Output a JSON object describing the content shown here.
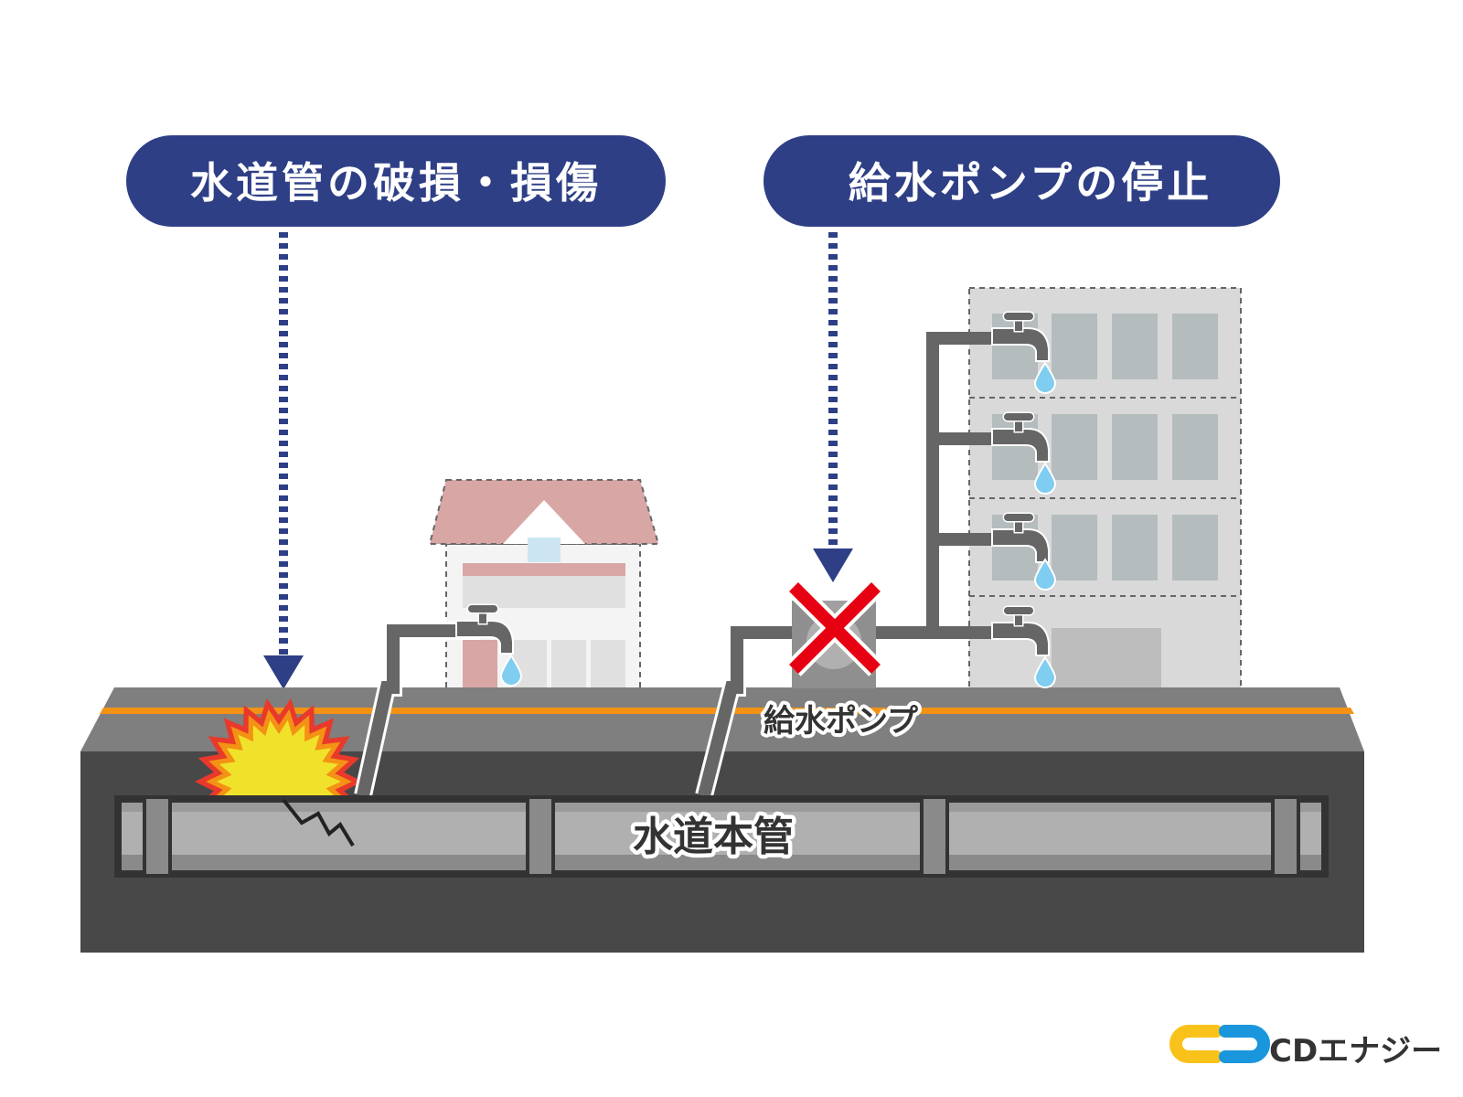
{
  "callouts": [
    {
      "label": "水道管の破損・損傷"
    },
    {
      "label": "給水ポンプの停止"
    }
  ],
  "labels": {
    "pump": "給水ポンプ",
    "main_pipe": "水道本管"
  },
  "logo": {
    "text": "CDエナジー"
  },
  "colors": {
    "callout": "#2e3f86",
    "road": "#7f7f7f",
    "road_line": "#f39214",
    "ground": "#484848",
    "cross": "#e60012",
    "water": "#7fcdf0"
  }
}
